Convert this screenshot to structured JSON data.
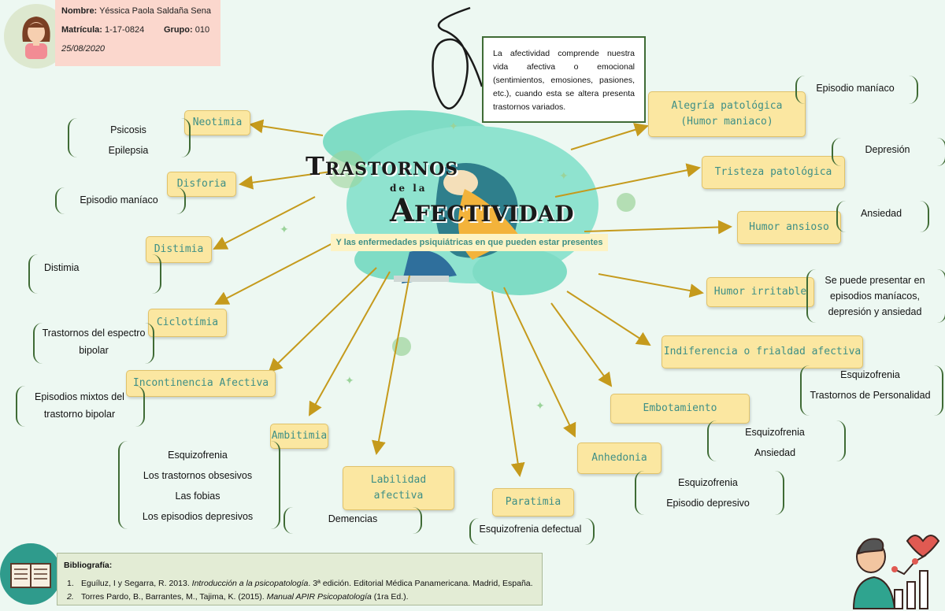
{
  "header": {
    "name_label": "Nombre:",
    "name_value": "Yéssica Paola Saldaña Sena",
    "matricula_label": "Matrícula:",
    "matricula_value": "1-17-0824",
    "grupo_label": "Grupo:",
    "grupo_value": "010",
    "date": "25/08/2020"
  },
  "center": {
    "title_line1": "Trastornos",
    "title_small": "de la",
    "title_line2": "Afectividad",
    "subtitle": "Y las enfermedades psiquiátricas en que pueden estar presentes"
  },
  "definition": "La afectividad comprende nuestra vida afectiva o emocional (sentimientos, emosiones, pasiones, etc.), cuando esta se altera presenta trastornos variados.",
  "nodes": {
    "neotimia": {
      "label": "Neotimia",
      "notes": [
        "Psicosis",
        "Epilepsia"
      ]
    },
    "disforia": {
      "label": "Disforia",
      "notes": [
        "Episodio maníaco"
      ]
    },
    "distimia": {
      "label": "Distimia",
      "notes": [
        "Distimia"
      ]
    },
    "ciclotimia": {
      "label": "Ciclotímia",
      "notes": [
        "Trastornos del espectro",
        "bipolar"
      ]
    },
    "incontinencia": {
      "label": "Incontinencia Afectiva",
      "notes": [
        "Episodios mixtos del",
        "trastorno bipolar"
      ]
    },
    "ambitimia": {
      "label": "Ambitimia",
      "notes": [
        "Esquizofrenia",
        "Los trastornos obsesivos",
        "Las fobias",
        "Los episodios depresivos"
      ]
    },
    "labilidad": {
      "label": "Labilidad\nafectiva",
      "notes": [
        "Demencias"
      ]
    },
    "paratimia": {
      "label": "Paratimia",
      "notes": [
        "Esquizofrenia defectual"
      ]
    },
    "anhedonia": {
      "label": "Anhedonia",
      "notes": [
        "Esquizofrenia",
        "Episodio depresivo"
      ]
    },
    "embotamiento": {
      "label": "Embotamiento",
      "notes": [
        "Esquizofrenia",
        "Ansiedad"
      ]
    },
    "indiferencia": {
      "label": "Indiferencia o frialdad afectiva",
      "notes": [
        "Esquizofrenia",
        "Trastornos de Personalidad"
      ]
    },
    "humor_irritable": {
      "label": "Humor irritable",
      "notes": [
        "Se puede presentar en",
        "episodios maníacos,",
        "depresión y ansiedad"
      ]
    },
    "humor_ansioso": {
      "label": "Humor ansioso",
      "notes": [
        "Ansiedad"
      ]
    },
    "tristeza": {
      "label": "Tristeza patológica",
      "notes": [
        "Depresión"
      ]
    },
    "alegria": {
      "label": "Alegría patológica\n(Humor maniaco)",
      "notes": [
        "Episodio maníaco"
      ]
    }
  },
  "bibliography": {
    "heading": "Bibliografía:",
    "items": [
      {
        "num": "1.",
        "before": "Eguíluz, I y Segarra, R. 2013. ",
        "title": "Introducción a la psicopatología",
        "after": ". 3ª edición. Editorial Médica Panamericana. Madrid, España."
      },
      {
        "num": "2.",
        "before": "Torres Pardo, B., Barrantes, M., Tajima, K. (2015). ",
        "title": "Manual APIR Psicopatología",
        "after": " (1ra Ed.)."
      }
    ]
  },
  "colors": {
    "arrow": "#c59a1c",
    "node_fill": "#fbe7a1",
    "node_text": "#3e8f86",
    "bracket": "#3f6b35",
    "blob": "#7fdcc5"
  }
}
